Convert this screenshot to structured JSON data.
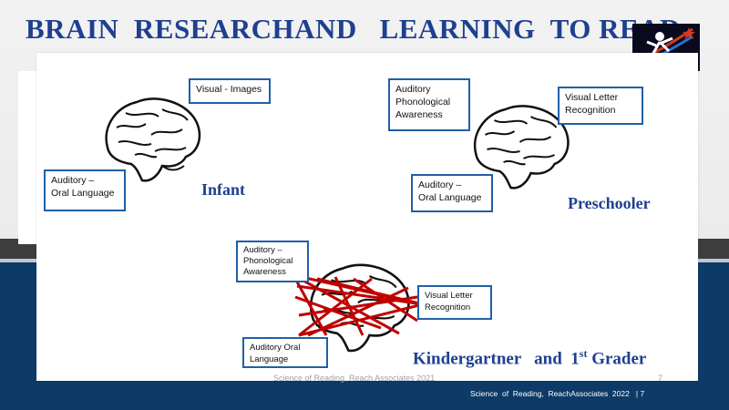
{
  "title": "BRAIN  RESEARCHAND   LEARNING  TO READ",
  "infant": {
    "visual": "Visual - Images",
    "auditory": "Auditory –\nOral Language",
    "label": "Infant"
  },
  "preschool": {
    "auditory_phono": "Auditory\nPhonological\nAwareness",
    "visual_letter": "Visual     Letter\nRecognition",
    "auditory_oral": "Auditory –\nOral Language",
    "label": "Preschooler"
  },
  "kinder": {
    "auditory_phono": "Auditory –\nPhonological\nAwareness",
    "visual_letter": "Visual     Letter\nRecognition",
    "auditory_oral": "Auditory     Oral\nLanguage",
    "label_main": "Kindergartner   and  1",
    "label_sup": "st",
    "label_end": " Grader"
  },
  "footer_old": "Science of Reading, Reach Associates 2021",
  "footer_old_page": "7",
  "footer": "Science  of  Reading,  ReachAssociates  2022   | 7",
  "colors": {
    "title": "#1f3f8f",
    "box_border": "#1f5fa8",
    "connector": "#c00000",
    "band": "#0d3a66"
  }
}
